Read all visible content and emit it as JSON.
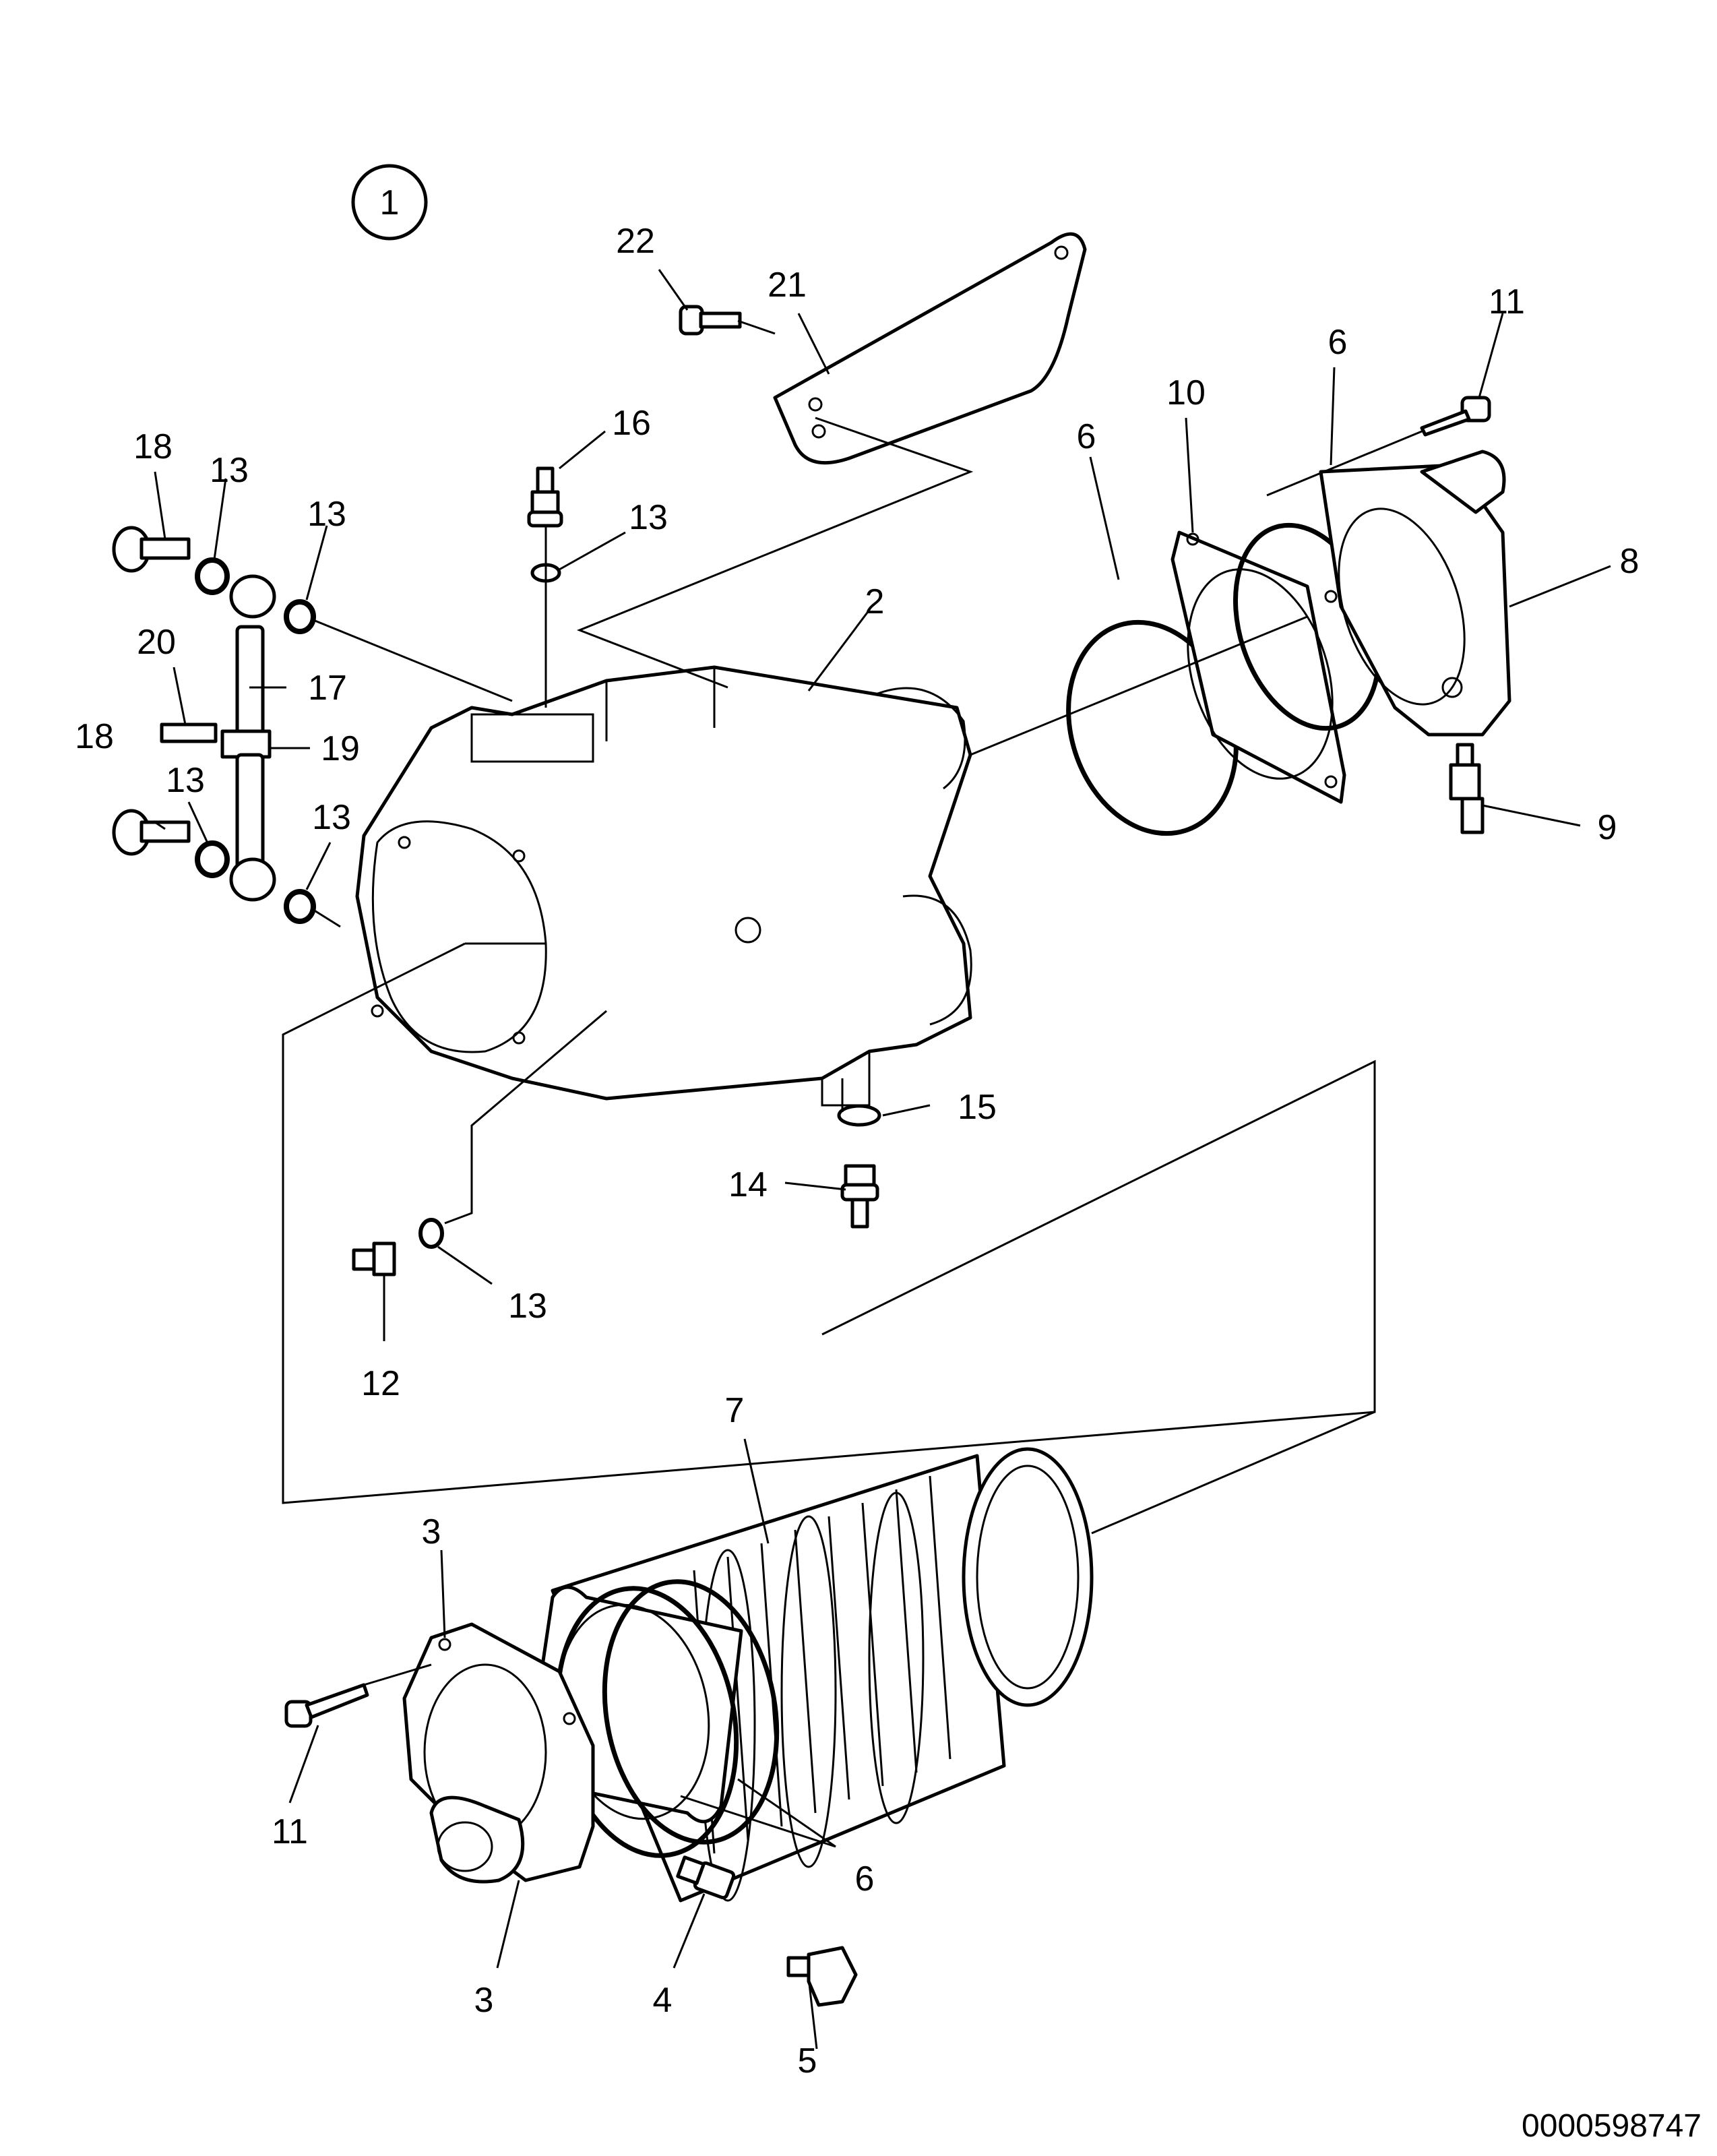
{
  "view_marker": "1",
  "document_number": "0000598747",
  "callouts": [
    {
      "id": "c22",
      "label": "22"
    },
    {
      "id": "c21",
      "label": "21"
    },
    {
      "id": "c11a",
      "label": "11"
    },
    {
      "id": "c6a",
      "label": "6"
    },
    {
      "id": "c10",
      "label": "10"
    },
    {
      "id": "c6b",
      "label": "6"
    },
    {
      "id": "c16",
      "label": "16"
    },
    {
      "id": "c18a",
      "label": "18"
    },
    {
      "id": "c13a",
      "label": "13"
    },
    {
      "id": "c13b",
      "label": "13"
    },
    {
      "id": "c13c",
      "label": "13"
    },
    {
      "id": "c8",
      "label": "8"
    },
    {
      "id": "c2",
      "label": "2"
    },
    {
      "id": "c20",
      "label": "20"
    },
    {
      "id": "c17",
      "label": "17"
    },
    {
      "id": "c18b",
      "label": "18"
    },
    {
      "id": "c19",
      "label": "19"
    },
    {
      "id": "c13d",
      "label": "13"
    },
    {
      "id": "c13e",
      "label": "13"
    },
    {
      "id": "c9",
      "label": "9"
    },
    {
      "id": "c15",
      "label": "15"
    },
    {
      "id": "c14",
      "label": "14"
    },
    {
      "id": "c13f",
      "label": "13"
    },
    {
      "id": "c12",
      "label": "12"
    },
    {
      "id": "c7",
      "label": "7"
    },
    {
      "id": "c3a",
      "label": "3"
    },
    {
      "id": "c11b",
      "label": "11"
    },
    {
      "id": "c6c",
      "label": "6"
    },
    {
      "id": "c3b",
      "label": "3"
    },
    {
      "id": "c4",
      "label": "4"
    },
    {
      "id": "c5",
      "label": "5"
    }
  ]
}
